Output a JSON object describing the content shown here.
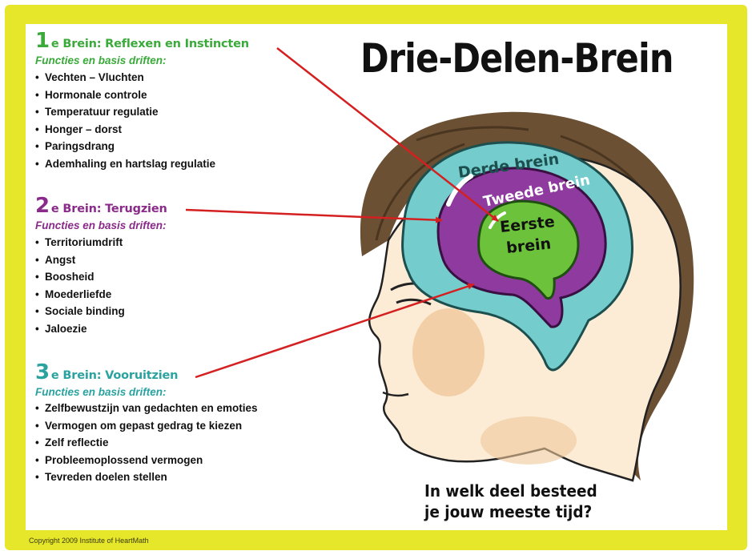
{
  "title": "Drie-Delen-Brein",
  "sections": [
    {
      "num": "1",
      "heading": "e Brein: Reflexen en Instincten",
      "subtitle": "Functies en basis driften:",
      "items": [
        "Vechten – Vluchten",
        "Hormonale controle",
        "Temperatuur regulatie",
        "Honger – dorst",
        "Paringsdrang",
        "Ademhaling en hartslag regulatie"
      ],
      "color": "#3aaa3a"
    },
    {
      "num": "2",
      "heading": "e Brein: Terugzien",
      "subtitle": "Functies en basis driften:",
      "items": [
        "Territoriumdrift",
        "Angst",
        "Boosheid",
        "Moederliefde",
        "Sociale binding",
        "Jaloezie"
      ],
      "color": "#8a2a8a"
    },
    {
      "num": "3",
      "heading": "e Brein: Vooruitzien",
      "subtitle": "Functies en basis driften:",
      "items": [
        "Zelfbewustzijn van gedachten en emoties",
        "Vermogen om gepast gedrag te kiezen",
        "Zelf reflectie",
        "Probleemoplossend vermogen",
        "Tevreden doelen stellen"
      ],
      "color": "#2aa3a0"
    }
  ],
  "brain_labels": {
    "outer": "Derde brein",
    "middle": "Tweede brein",
    "inner_line1": "Eerste",
    "inner_line2": "brein"
  },
  "question_line1": "In welk deel besteed",
  "question_line2": "je jouw meeste tijd?",
  "copyright": "Copyright 2009 Institute of HeartMath",
  "colors": {
    "frame": "#e6e62a",
    "arrow": "#d42020",
    "outer_brain": "#74cccc",
    "middle_brain": "#8e3a9e",
    "inner_brain": "#6cc23a",
    "hair": "#6b5033",
    "skin": "#f4d2a6"
  }
}
